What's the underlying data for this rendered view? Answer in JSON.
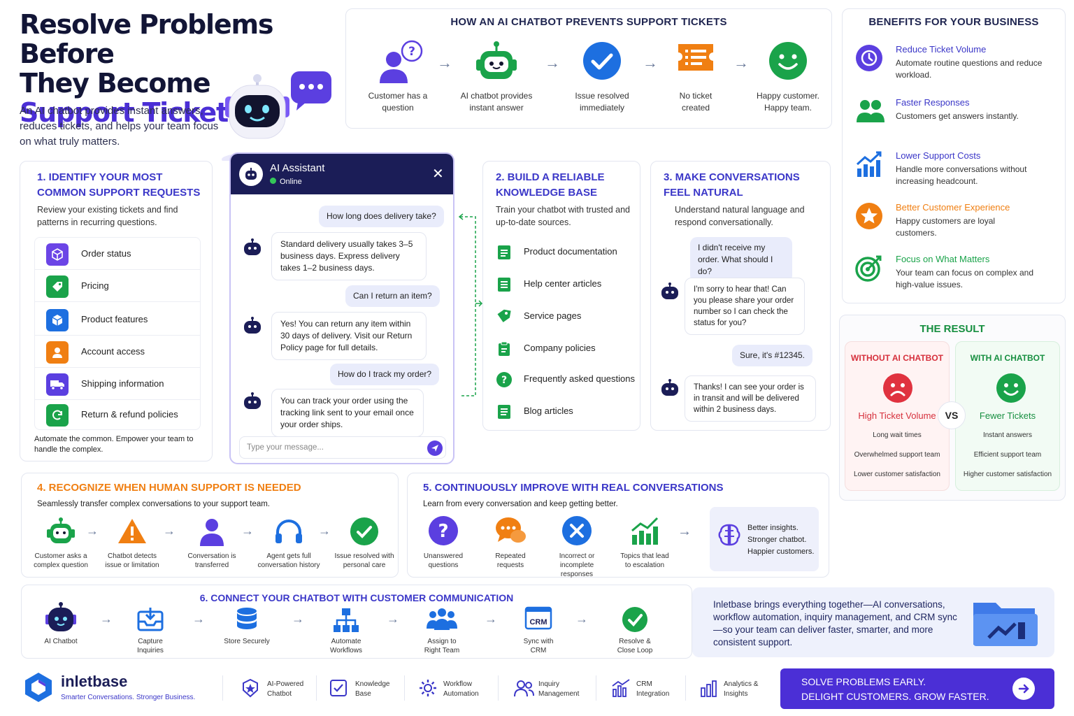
{
  "hero": {
    "title_line1": "Resolve Problems Before",
    "title_line2": "They Become",
    "title_line3": "Support Tickets.",
    "subtitle": "An AI chatbot provides instant answers, reduces tickets, and helps your team focus on what truly matters."
  },
  "flow": {
    "title": "HOW AN AI CHATBOT PREVENTS SUPPORT TICKETS",
    "steps": [
      {
        "label": "Customer has a question",
        "icon": "person-question-icon"
      },
      {
        "label": "AI chatbot provides instant answer",
        "icon": "robot-icon"
      },
      {
        "label": "Issue resolved immediately",
        "icon": "check-circle-icon"
      },
      {
        "label": "No ticket created",
        "icon": "ticket-icon"
      },
      {
        "label": "Happy customer. Happy team.",
        "icon": "smiley-icon"
      }
    ]
  },
  "benefits": {
    "title": "BENEFITS FOR YOUR BUSINESS",
    "items": [
      {
        "title": "Reduce Ticket Volume",
        "desc": "Automate routine questions and reduce workload."
      },
      {
        "title": "Faster Responses",
        "desc": "Customers get answers instantly."
      },
      {
        "title": "Lower Support Costs",
        "desc": "Handle more conversations without increasing headcount."
      },
      {
        "title": "Better Customer Experience",
        "desc": "Happy customers are loyal customers."
      },
      {
        "title": "Focus on What Matters",
        "desc": "Your team can focus on complex and high-value issues."
      }
    ]
  },
  "step1": {
    "title": "1. IDENTIFY YOUR MOST COMMON SUPPORT REQUESTS",
    "desc": "Review your existing tickets and find patterns in recurring questions.",
    "items": [
      "Order status",
      "Pricing",
      "Product features",
      "Account access",
      "Shipping information",
      "Return & refund policies"
    ],
    "footer": "Automate the common. Empower your team to handle the complex."
  },
  "chat": {
    "title": "AI Assistant",
    "status": "Online",
    "messages": [
      {
        "from": "user",
        "text": "How long does delivery take?"
      },
      {
        "from": "bot",
        "text": "Standard delivery usually takes 3–5 business days. Express delivery takes 1–2 business days."
      },
      {
        "from": "user",
        "text": "Can I return an item?"
      },
      {
        "from": "bot",
        "text": "Yes! You can return any item within 30 days of delivery. Visit our Return Policy page for full details."
      },
      {
        "from": "user",
        "text": "How do I track my order?"
      },
      {
        "from": "bot",
        "text": "You can track your order using the tracking link sent to your email once your order ships."
      }
    ],
    "input_placeholder": "Type your message..."
  },
  "step2": {
    "title": "2. BUILD A RELIABLE KNOWLEDGE BASE",
    "desc": "Train your chatbot with trusted and up-to-date sources.",
    "items": [
      "Product documentation",
      "Help center articles",
      "Service pages",
      "Company policies",
      "Frequently asked questions",
      "Blog articles"
    ]
  },
  "step3": {
    "title": "3. MAKE CONVERSATIONS FEEL NATURAL",
    "desc": "Understand natural language and respond conversationally.",
    "messages": [
      {
        "from": "user",
        "text": "I didn't receive my order. What should I do?"
      },
      {
        "from": "bot",
        "text": "I'm sorry to hear that! Can you please share your order number so I can check the status for you?"
      },
      {
        "from": "user",
        "text": "Sure, it's #12345."
      },
      {
        "from": "bot",
        "text": "Thanks! I can see your order is in transit and will be delivered within 2 business days."
      }
    ]
  },
  "result": {
    "title": "THE RESULT",
    "vs": "VS",
    "without": {
      "header": "WITHOUT AI CHATBOT",
      "title": "High Ticket Volume",
      "points": [
        "Long wait times",
        "Overwhelmed support team",
        "Lower customer satisfaction"
      ]
    },
    "with": {
      "header": "WITH AI CHATBOT",
      "title": "Fewer Tickets",
      "points": [
        "Instant answers",
        "Efficient support team",
        "Higher customer satisfaction"
      ]
    }
  },
  "step4": {
    "title": "4. RECOGNIZE WHEN HUMAN SUPPORT IS NEEDED",
    "desc": "Seamlessly transfer complex conversations to your support team.",
    "steps": [
      "Customer asks a complex question",
      "Chatbot detects issue or limitation",
      "Conversation is transferred",
      "Agent gets full conversation history",
      "Issue resolved with personal care"
    ]
  },
  "step5": {
    "title": "5. CONTINUOUSLY IMPROVE WITH REAL CONVERSATIONS",
    "desc": "Learn from every conversation and keep getting better.",
    "steps": [
      "Unanswered questions",
      "Repeated requests",
      "Incorrect or incomplete responses",
      "Topics that lead to escalation"
    ],
    "outcome": [
      "Better insights.",
      "Stronger chatbot.",
      "Happier customers."
    ]
  },
  "step6": {
    "title": "6. CONNECT YOUR CHATBOT WITH CUSTOMER COMMUNICATION",
    "steps": [
      "AI Chatbot",
      "Capture Inquiries",
      "Store Securely",
      "Automate Workflows",
      "Assign to Right Team",
      "Sync with CRM",
      "Resolve & Close Loop"
    ],
    "crm_label": "CRM"
  },
  "promo": {
    "text": "Inletbase brings everything together—AI conversations, workflow automation, inquiry management, and CRM sync—so your team can deliver faster, smarter, and more consistent support."
  },
  "footer": {
    "brand": "inletbase",
    "tagline": "Smarter Conversations. Stronger Business.",
    "features": [
      {
        "line1": "AI-Powered",
        "line2": "Chatbot"
      },
      {
        "line1": "Knowledge",
        "line2": "Base"
      },
      {
        "line1": "Workflow",
        "line2": "Automation"
      },
      {
        "line1": "Inquiry",
        "line2": "Management"
      },
      {
        "line1": "CRM",
        "line2": "Integration"
      },
      {
        "line1": "Analytics &",
        "line2": "Insights"
      }
    ],
    "cta_line1": "SOLVE PROBLEMS EARLY.",
    "cta_line2": "DELIGHT CUSTOMERS. GROW FASTER."
  },
  "colors": {
    "primary": "#4b2fd6",
    "navy": "#1e1f5c",
    "green": "#1aa34a",
    "orange": "#f07f12",
    "red": "#e0323f",
    "blue": "#1d6fe0"
  }
}
